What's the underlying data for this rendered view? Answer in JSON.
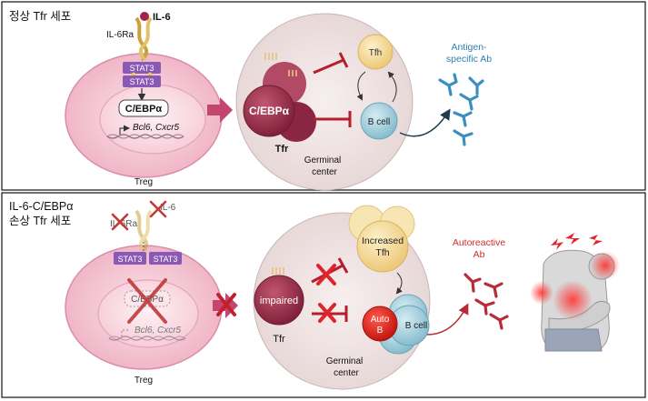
{
  "top_panel": {
    "title": "정상 Tfr 세포",
    "receptor_label": "IL-6Ra",
    "ligand_label": "IL-6",
    "stat3_upper": "STAT3",
    "stat3_lower": "STAT3",
    "cebpa_label": "C/EBPα",
    "genes_label": "Bcl6, Cxcr5",
    "treg_label": "Treg",
    "tfr_cell_label": "C/EBPα",
    "tfr_label": "Tfr",
    "tfh_label": "Tfh",
    "bcell_label": "B cell",
    "gc_label_line1": "Germinal",
    "gc_label_line2": "center",
    "antibody_line1": "Antigen-",
    "antibody_line2": "specific Ab"
  },
  "bottom_panel": {
    "title_line1": "IL-6-C/EBPα",
    "title_line2": "손상 Tfr 세포",
    "receptor_label": "IL-6Ra",
    "ligand_label": "IL-6",
    "stat3_left": "STAT3",
    "stat3_right": "STAT3",
    "cebpa_label": "C/EBPα",
    "genes_label": "Bcl6, Cxcr5",
    "treg_label": "Treg",
    "tfr_cell_label": "impaired",
    "tfr_label": "Tfr",
    "tfh_line1": "Increased",
    "tfh_line2": "Tfh",
    "autob_line1": "Auto",
    "autob_line2": "B",
    "bcell_label": "B cell",
    "gc_label_line1": "Germinal",
    "gc_label_line2": "center",
    "antibody_line1": "Autoreactive",
    "antibody_line2": "Ab"
  },
  "colors": {
    "treg_cell": "#f3c6d2",
    "germinal_center": "#efe3e3",
    "stat3": "#8a59b5",
    "tfr": "#9c2f4c",
    "tfh": "#f6dc98",
    "bcell": "#a9d1df",
    "autob": "#e2231a",
    "inhibit": "#b51f2d",
    "arrow_pink": "#c2466d",
    "antibody_blue": "#3a8fc0",
    "antibody_red": "#b72c36",
    "title_blue": "#2f7fb5",
    "title_red": "#d62b2b"
  },
  "icons": [
    "il6-receptor-icon",
    "dna-icon",
    "antibody-icon",
    "pain-figure-icon",
    "inhibition-icon",
    "cross-mark-icon"
  ]
}
